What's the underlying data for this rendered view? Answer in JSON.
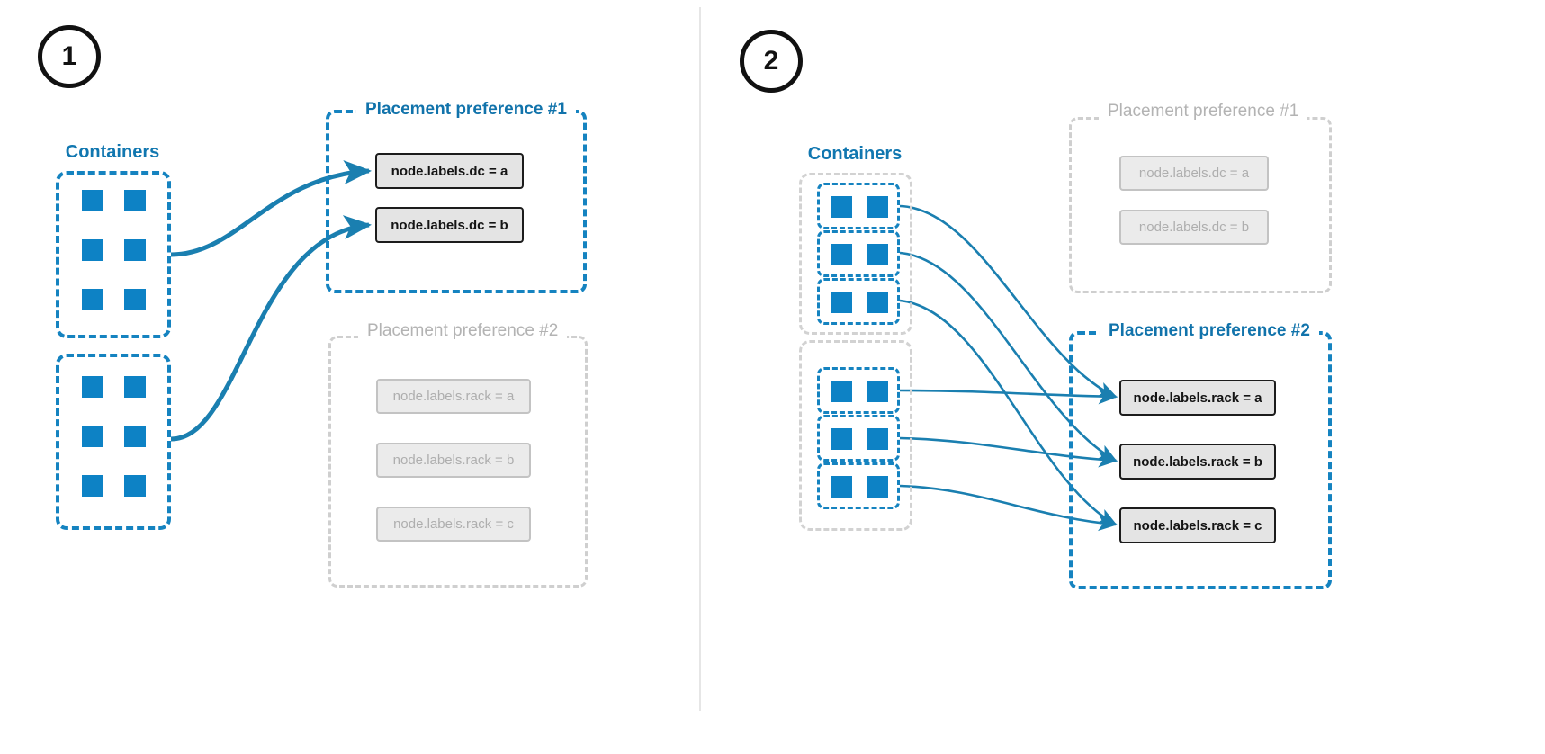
{
  "panels": [
    {
      "step": "1",
      "containers": {
        "title": "Containers",
        "groups": [
          {
            "rows": 3,
            "cols": 2
          },
          {
            "rows": 3,
            "cols": 2
          }
        ]
      },
      "preferences": [
        {
          "title": "Placement preference #1",
          "active": true,
          "nodes": [
            "node.labels.dc = a",
            "node.labels.dc = b"
          ]
        },
        {
          "title": "Placement preference #2",
          "active": false,
          "nodes": [
            "node.labels.rack = a",
            "node.labels.rack = b",
            "node.labels.rack = c"
          ]
        }
      ]
    },
    {
      "step": "2",
      "containers": {
        "title": "Containers",
        "groups": [
          {
            "rows": 3,
            "cols": 2
          },
          {
            "rows": 3,
            "cols": 2
          }
        ]
      },
      "preferences": [
        {
          "title": "Placement preference #1",
          "active": false,
          "nodes": [
            "node.labels.dc = a",
            "node.labels.dc = b"
          ]
        },
        {
          "title": "Placement preference #2",
          "active": true,
          "nodes": [
            "node.labels.rack = a",
            "node.labels.rack = b",
            "node.labels.rack = c"
          ]
        }
      ]
    }
  ],
  "colors": {
    "accent_blue": "#1583c0",
    "square_blue": "#0d82c5",
    "title_blue": "#1173ab",
    "arrow_blue": "#1a7fb0",
    "muted_grey": "#cfcfcf",
    "muted_text": "#b3b3b3",
    "node_fill": "#e4e4e4",
    "node_border": "#1c1c1c",
    "divider": "#e6e6e6",
    "badge_border": "#111111"
  },
  "arrows": {
    "panel1": [
      {
        "from": "containers-group-1",
        "to": "node.labels.dc = a"
      },
      {
        "from": "containers-group-2",
        "to": "node.labels.dc = b"
      }
    ],
    "panel2": [
      {
        "from": "containers-row-1",
        "to": "node.labels.rack = a"
      },
      {
        "from": "containers-row-2",
        "to": "node.labels.rack = b"
      },
      {
        "from": "containers-row-3",
        "to": "node.labels.rack = c"
      },
      {
        "from": "containers-row-4",
        "to": "node.labels.rack = a"
      },
      {
        "from": "containers-row-5",
        "to": "node.labels.rack = b"
      },
      {
        "from": "containers-row-6",
        "to": "node.labels.rack = c"
      }
    ]
  }
}
